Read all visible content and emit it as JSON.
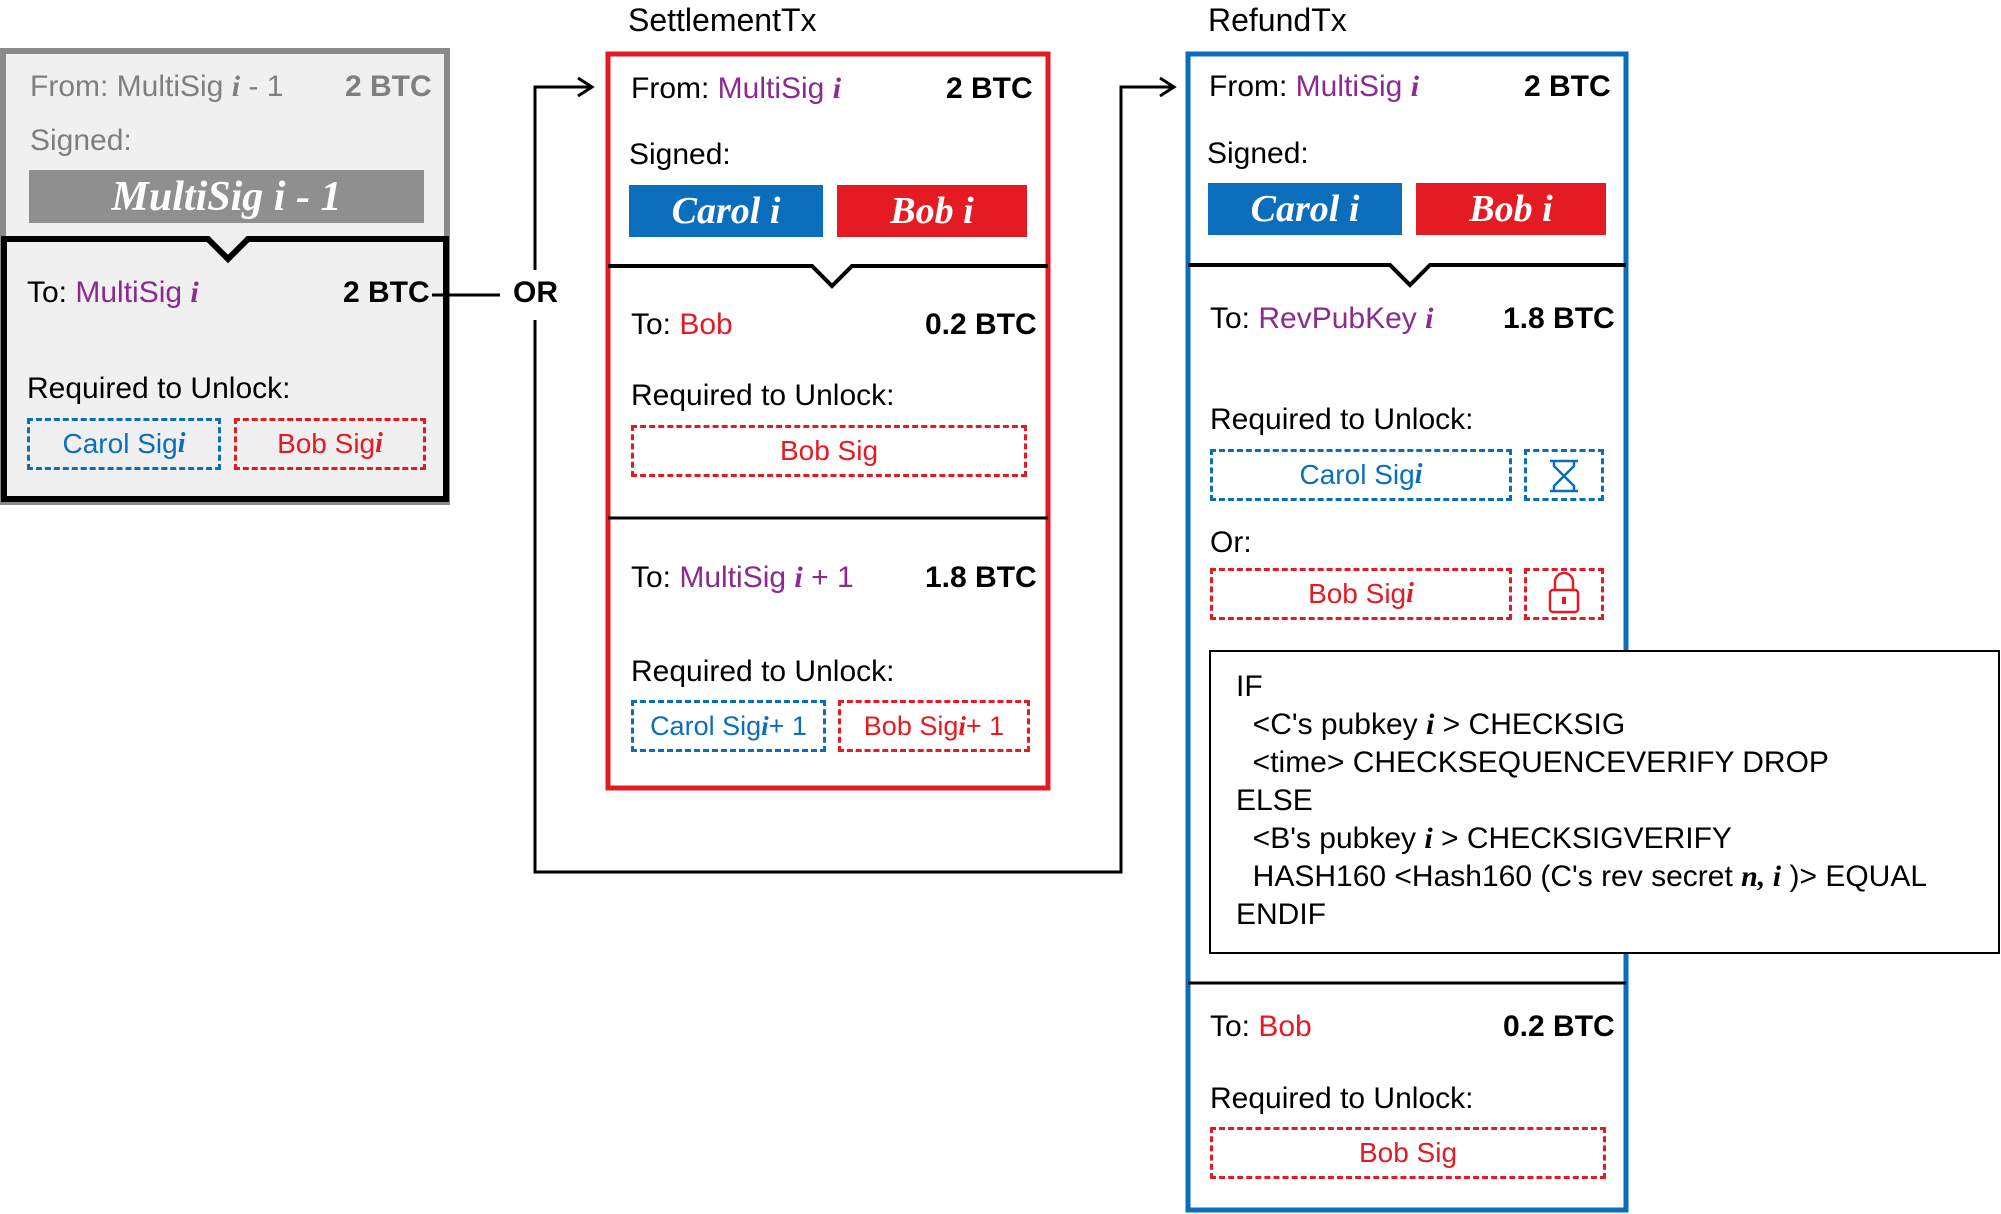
{
  "titles": {
    "settlement": "SettlementTx",
    "refund": "RefundTx"
  },
  "or_label": "OR",
  "prev_tx": {
    "from_prefix": "From: MultiSig ",
    "from_var": "i",
    "from_suffix": " - 1",
    "from_amount": "2 BTC",
    "signed_label": "Signed:",
    "signature": "MultiSig i - 1",
    "to_prefix": "To: ",
    "to_name": "MultiSig ",
    "to_var": "i",
    "to_amount": "2 BTC",
    "required_label": "Required to Unlock:",
    "carol_sig": "Carol Sig ",
    "bob_sig": "Bob Sig ",
    "sig_var": "i"
  },
  "settlement_tx": {
    "from_prefix": "From: ",
    "from_name": "MultiSig ",
    "from_var": "i",
    "from_amount": "2 BTC",
    "signed_label": "Signed:",
    "carol_signature": "Carol i",
    "bob_signature": "Bob i",
    "output1": {
      "to_prefix": "To: ",
      "to_name": "Bob",
      "amount": "0.2 BTC",
      "required_label": "Required to Unlock:",
      "sig": "Bob Sig"
    },
    "output2": {
      "to_prefix": "To: ",
      "to_name": "MultiSig ",
      "to_var": "i",
      "to_suffix": " + 1",
      "amount": "1.8 BTC",
      "required_label": "Required to Unlock:",
      "carol_sig": "Carol Sig ",
      "bob_sig": "Bob Sig ",
      "sig_var": "i",
      "sig_suffix": " + 1"
    }
  },
  "refund_tx": {
    "from_prefix": "From: ",
    "from_name": "MultiSig ",
    "from_var": "i",
    "from_amount": "2 BTC",
    "signed_label": "Signed:",
    "carol_signature": "Carol i",
    "bob_signature": "Bob i",
    "output1": {
      "to_prefix": "To: ",
      "to_name": "RevPubKey ",
      "to_var": "i",
      "amount": "1.8 BTC",
      "required_label": "Required to Unlock:",
      "carol_sig": "Carol Sig ",
      "or_label": "Or:",
      "bob_sig": "Bob Sig ",
      "sig_var": "i",
      "timelock_icon": "hourglass-icon",
      "hashlock_icon": "padlock-icon"
    },
    "output2": {
      "to_prefix": "To: ",
      "to_name": "Bob",
      "amount": "0.2 BTC",
      "required_label": "Required to Unlock:",
      "sig": "Bob Sig"
    }
  },
  "script": {
    "l1": "IF",
    "l2a": "  <C's pubkey ",
    "l2v": "i",
    "l2b": " > CHECKSIG",
    "l3": "  <time> CHECKSEQUENCEVERIFY DROP",
    "l4": "ELSE",
    "l5a": "  <B's pubkey ",
    "l5v": "i",
    "l5b": " > CHECKSIGVERIFY",
    "l6a": "  HASH160 <Hash160 (C's rev secret ",
    "l6v": "n, i",
    "l6b": " )> EQUAL",
    "l7": "ENDIF"
  },
  "colors": {
    "purple": "#8b2a8f",
    "red": "#e51b24",
    "blue": "#0a6ebd",
    "grey": "#7f7f7f"
  }
}
